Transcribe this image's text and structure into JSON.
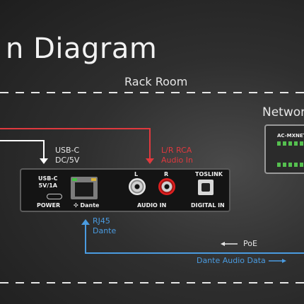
{
  "title": "n Diagram",
  "room_label": "Rack Room",
  "network_label": "Networ",
  "switch_model": "AC-MXNET",
  "labels": {
    "usbc_line1": "USB-C",
    "usbc_line2": "DC/5V",
    "rca_line1": "L/R RCA",
    "rca_line2": "Audio In",
    "rj45_line1": "RJ45",
    "rj45_line2": "Dante",
    "poe": "PoE",
    "dante_data": "Dante Audio Data"
  },
  "device": {
    "usbc_rating_line1": "USB-C",
    "usbc_rating_line2": "5V/1A",
    "power": "POWER",
    "dante_logo": "Dante",
    "audio_l": "L",
    "audio_r": "R",
    "audio_in": "AUDIO IN",
    "toslink": "TOSLINK",
    "digital_in": "DIGITAL IN"
  },
  "colors": {
    "red_line": "#e0393e",
    "blue_line": "#4a9be0",
    "white_line": "#ffffff",
    "dashed_border": "#e6e6e6"
  }
}
